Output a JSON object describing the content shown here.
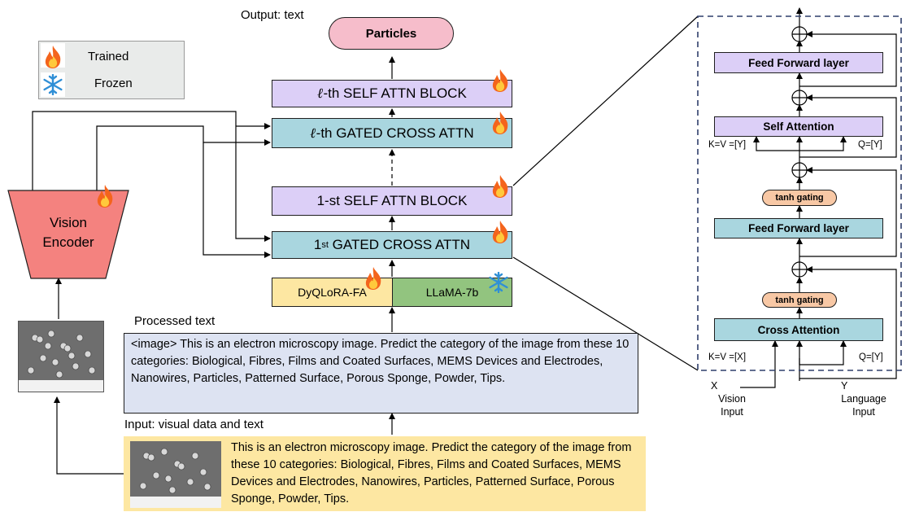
{
  "legend": {
    "trained": "Trained",
    "frozen": "Frozen"
  },
  "output_label": "Output: text",
  "output_box": "Particles",
  "blocks": {
    "l_self": "-th  SELF ATTN BLOCK",
    "l_gated": "-th GATED CROSS ATTN",
    "ell": "ℓ",
    "first_self": "1-st SELF ATTN BLOCK",
    "first_gated_pre": "1",
    "first_gated_sup": "st",
    "first_gated_post": " GATED CROSS ATTN"
  },
  "adapters": {
    "left": "DyQLoRA-FA",
    "right": "LLaMA-7b"
  },
  "encoder": {
    "line1": "Vision",
    "line2": "Encoder"
  },
  "processed_label": "Processed text",
  "processed_text": "<image> This is an electron microscopy image. Predict the category of the image from these 10 categories: Biological, Fibres, Films and Coated Surfaces, MEMS Devices and Electrodes, Nanowires, Particles, Patterned Surface, Porous Sponge, Powder, Tips.",
  "input_label": "Input: visual data and text",
  "input_text": "This is an electron microscopy image. Predict the category of the image from these 10 categories: Biological, Fibres, Films and Coated Surfaces, MEMS Devices and Electrodes, Nanowires, Particles, Patterned Surface, Porous Sponge, Powder, Tips.",
  "detail": {
    "ff_top": "Feed Forward layer",
    "self_attn": "Self Attention",
    "kv_y": "K=V =[Y]",
    "q_y": "Q=[Y]",
    "tanh1": "tanh gating",
    "ff_bottom": "Feed Forward layer",
    "tanh2": "tanh gating",
    "cross_attn": "Cross Attention",
    "kv_x": "K=V =[X]",
    "q_y2": "Q=[Y]",
    "x_label": "X",
    "vision_input_1": "Vision",
    "vision_input_2": "Input",
    "y_label": "Y",
    "lang_input_1": "Language",
    "lang_input_2": "Input"
  },
  "colors": {
    "purple": "#dccff7",
    "teal": "#a9d6df",
    "pink": "#f6bdcb",
    "encoder": "#f4827f",
    "yellow": "#fde7a2",
    "green": "#92c47f",
    "blue_box": "#dde3f2",
    "tanh": "#f8c8a5",
    "legend_bg": "#e9ebea"
  },
  "icons": {
    "trained": "fire-icon",
    "frozen": "snowflake-icon"
  }
}
